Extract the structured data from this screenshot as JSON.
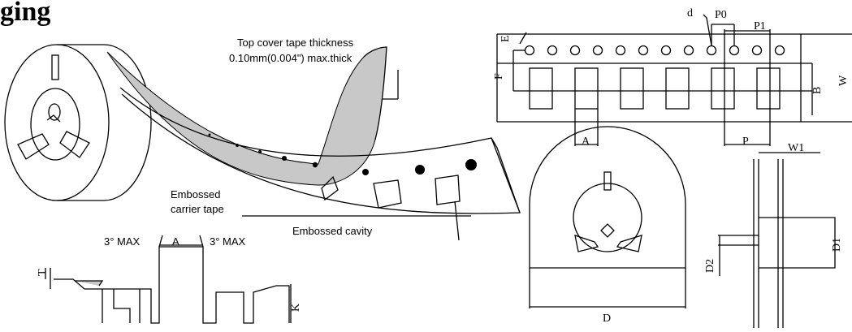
{
  "title": "ging",
  "labels": {
    "top_cover_line1": "Top cover tape thickness",
    "top_cover_line2": "0.10mm(0.004\") max.thick",
    "embossed_carrier_line1": "Embossed",
    "embossed_carrier_line2": "carrier tape",
    "embossed_cavity": "Embossed cavity",
    "angle_left": "3° MAX",
    "angle_right": "3° MAX",
    "dim_A_section": "A",
    "dim_T": "T",
    "dim_K": "K",
    "dim_d": "d",
    "dim_P0": "P0",
    "dim_P1": "P1",
    "dim_E": "E",
    "dim_F": "F",
    "dim_B": "B",
    "dim_W": "W",
    "dim_A_tape": "A",
    "dim_P": "P",
    "dim_W1": "W1",
    "dim_D": "D",
    "dim_D1": "D1",
    "dim_D2": "D2"
  }
}
